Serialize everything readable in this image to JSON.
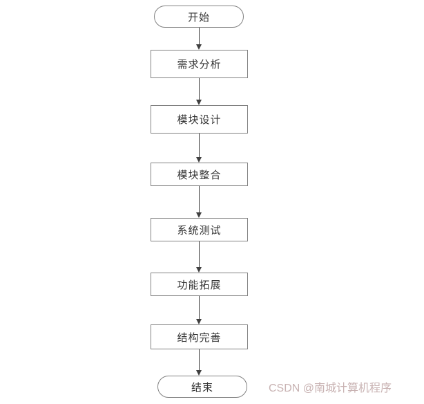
{
  "diagram": {
    "type": "flowchart",
    "direction": "top-down",
    "nodes": [
      {
        "id": "start",
        "shape": "terminator",
        "label": "开始"
      },
      {
        "id": "step1",
        "shape": "process",
        "label": "需求分析"
      },
      {
        "id": "step2",
        "shape": "process",
        "label": "模块设计"
      },
      {
        "id": "step3",
        "shape": "process",
        "label": "模块整合"
      },
      {
        "id": "step4",
        "shape": "process",
        "label": "系统测试"
      },
      {
        "id": "step5",
        "shape": "process",
        "label": "功能拓展"
      },
      {
        "id": "step6",
        "shape": "process",
        "label": "结构完善"
      },
      {
        "id": "end",
        "shape": "terminator",
        "label": "结束"
      }
    ],
    "edges": [
      {
        "from": "开始",
        "to": "需求分析"
      },
      {
        "from": "需求分析",
        "to": "模块设计"
      },
      {
        "from": "模块设计",
        "to": "模块整合"
      },
      {
        "from": "模块整合",
        "to": "系统测试"
      },
      {
        "from": "系统测试",
        "to": "功能拓展"
      },
      {
        "from": "功能拓展",
        "to": "结构完善"
      },
      {
        "from": "结构完善",
        "to": "结束"
      }
    ],
    "colors": {
      "node_border": "#808080",
      "node_fill": "#ffffff",
      "connector": "#404040",
      "label_text": "#333333",
      "background": "#ffffff"
    }
  },
  "watermark": {
    "text": "CSDN @南城计算机程序",
    "color": "#c8b2b2"
  }
}
